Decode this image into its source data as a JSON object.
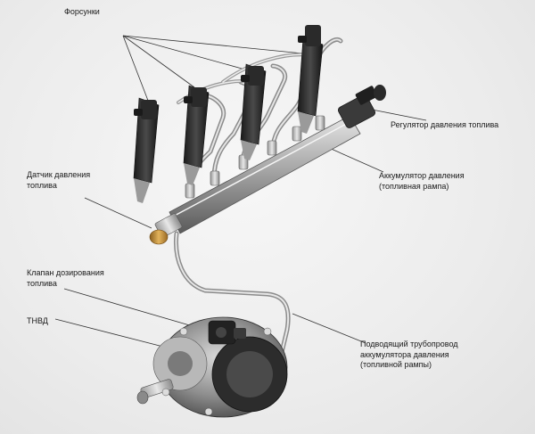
{
  "labels": {
    "injectors": "Форсунки",
    "pressure_regulator": "Регулятор давления топлива",
    "pressure_sensor": [
      "Датчик давления",
      "топлива"
    ],
    "rail": [
      "Аккумулятор давления",
      "(топливная рампа)"
    ],
    "metering_valve": [
      "Клапан дозирования",
      "топлива"
    ],
    "pump": "ТНВД",
    "supply_line": [
      "Подводящий трубопровод",
      "аккумулятора давления",
      "(топливной рампы)"
    ]
  },
  "colors": {
    "metal_dark": "#2a2a2a",
    "metal_mid": "#7a7a7a",
    "metal_light": "#cfcfcf",
    "sensor_brass": "#c8963c",
    "leader_line": "#333333"
  }
}
